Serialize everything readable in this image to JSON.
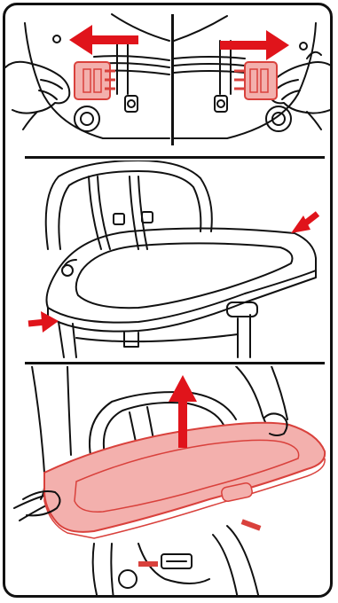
{
  "manual_page": {
    "panels": [
      {
        "id": "release-clip-left",
        "arrow_direction": "left"
      },
      {
        "id": "release-clip-right",
        "arrow_direction": "right"
      },
      {
        "id": "tray-attached",
        "arrows": 2
      },
      {
        "id": "tray-removal",
        "arrow_direction": "up"
      }
    ]
  },
  "colors": {
    "line": "#111111",
    "arrow": "#e0141b",
    "highlight_fill": "#f3b0ad",
    "highlight_stroke": "#d9413c",
    "background": "#ffffff"
  },
  "icons": [
    "red-arrow-icon",
    "harness-clip-icon",
    "hand-icon",
    "tray-icon",
    "seat-icon",
    "knob-icon"
  ]
}
